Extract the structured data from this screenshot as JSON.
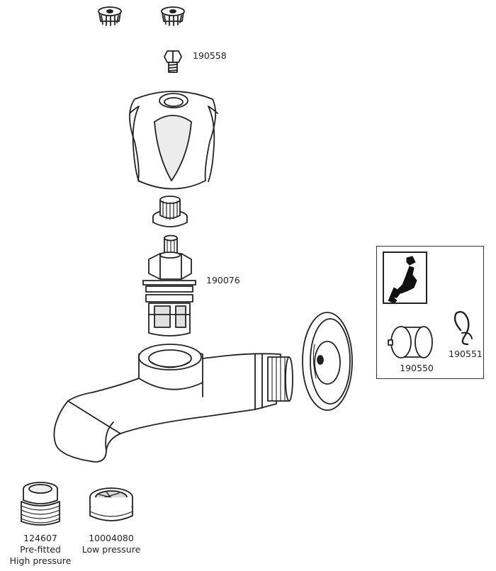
{
  "parts": {
    "screw": {
      "code": "190558"
    },
    "cartridge": {
      "code": "190076"
    },
    "flow_limiter": {
      "code": "190550"
    },
    "clip": {
      "code": "190551"
    },
    "aerator_high": {
      "code": "124607",
      "line2": "Pre-fitted",
      "line3": "High pressure"
    },
    "aerator_low": {
      "code": "10004080",
      "line2": "Low pressure"
    }
  },
  "colors": {
    "line": "#222222",
    "fill": "#ffffff",
    "shade": "#e6e6e6",
    "dark": "#111111"
  }
}
